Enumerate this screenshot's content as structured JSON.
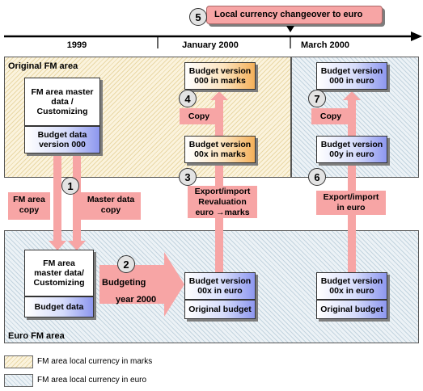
{
  "timeline": {
    "title": "Local currency changeover to euro",
    "title_step": "5",
    "periods": [
      "1999",
      "January 2000",
      "March 2000"
    ]
  },
  "areas": {
    "original": "Original FM area",
    "euro": "Euro FM area"
  },
  "steps": {
    "s1": "1",
    "s2": "2",
    "s3": "3",
    "s4": "4",
    "s6": "6",
    "s7": "7"
  },
  "boxes": {
    "orig_master": "FM area master data / Customizing",
    "orig_budget": "Budget data version 000",
    "jan_bv000_marks": "Budget version 000 in marks",
    "jan_bv00x_marks": "Budget version 00x in marks",
    "mar_bv000_euro": "Budget version 000 in euro",
    "mar_bv00y_euro": "Budget version 00y in euro",
    "euro_master": "FM area master data/ Customizing",
    "euro_budget": "Budget data",
    "jan_bv00x_euro": "Budget version 00x in euro",
    "jan_original_budget": "Original budget",
    "mar_bv00x_euro": "Budget version 00x in euro",
    "mar_original_budget": "Original budget"
  },
  "labels": {
    "copy1": "Copy",
    "copy2": "Copy",
    "export_reval_line1": "Export/import",
    "export_reval_line2": "Revaluation",
    "export_reval_line3": "euro →marks",
    "export_euro_line1": "Export/import",
    "export_euro_line2": "in euro",
    "fm_area_copy_line1": "FM area",
    "fm_area_copy_line2": "copy",
    "master_copy_line1": "Master data",
    "master_copy_line2": "copy",
    "budgeting_line1": "Budgeting",
    "budgeting_line2": "year 2000"
  },
  "legend": [
    {
      "label": "FM area local currency in marks",
      "pattern": "marks"
    },
    {
      "label": "FM area local currency in euro",
      "pattern": "euro"
    }
  ],
  "colors": {
    "arrow": "#f7a5a5",
    "marks_area": "#fbf3dd",
    "euro_area": "#ecf2f6",
    "orange_box": "#f4b05a",
    "blue_box": "#8d97ef"
  }
}
